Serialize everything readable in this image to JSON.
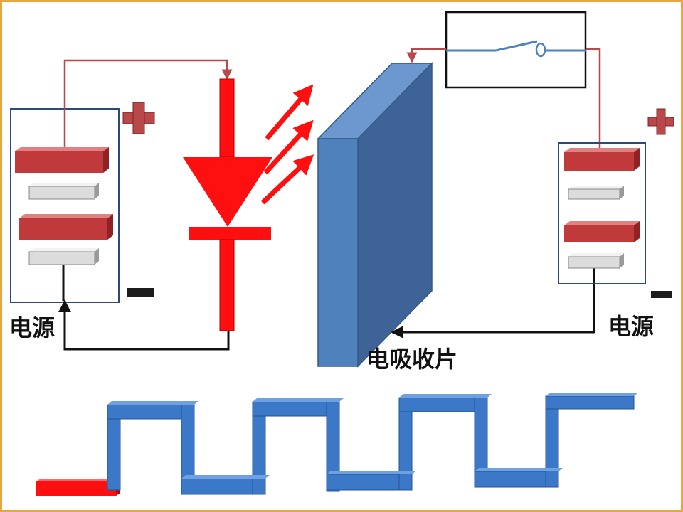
{
  "labels": {
    "left_power": "电源",
    "right_power": "电源",
    "absorber": "电吸收片"
  },
  "signs": {
    "left_plus": "+",
    "left_minus": "−",
    "right_plus": "+",
    "right_minus": "−"
  },
  "colors": {
    "wire_red": "#b8484a",
    "wire_black": "#111111",
    "diode_red": "#ff0f0f",
    "plate_red": "#c0393b",
    "plate_gray": "#dcdcdc",
    "absorber_blue": "#4f81bd",
    "square_wave_blue": "#3b78c8",
    "square_wave_red": "#ff0f0f",
    "frame_orange": "#e8a640"
  }
}
